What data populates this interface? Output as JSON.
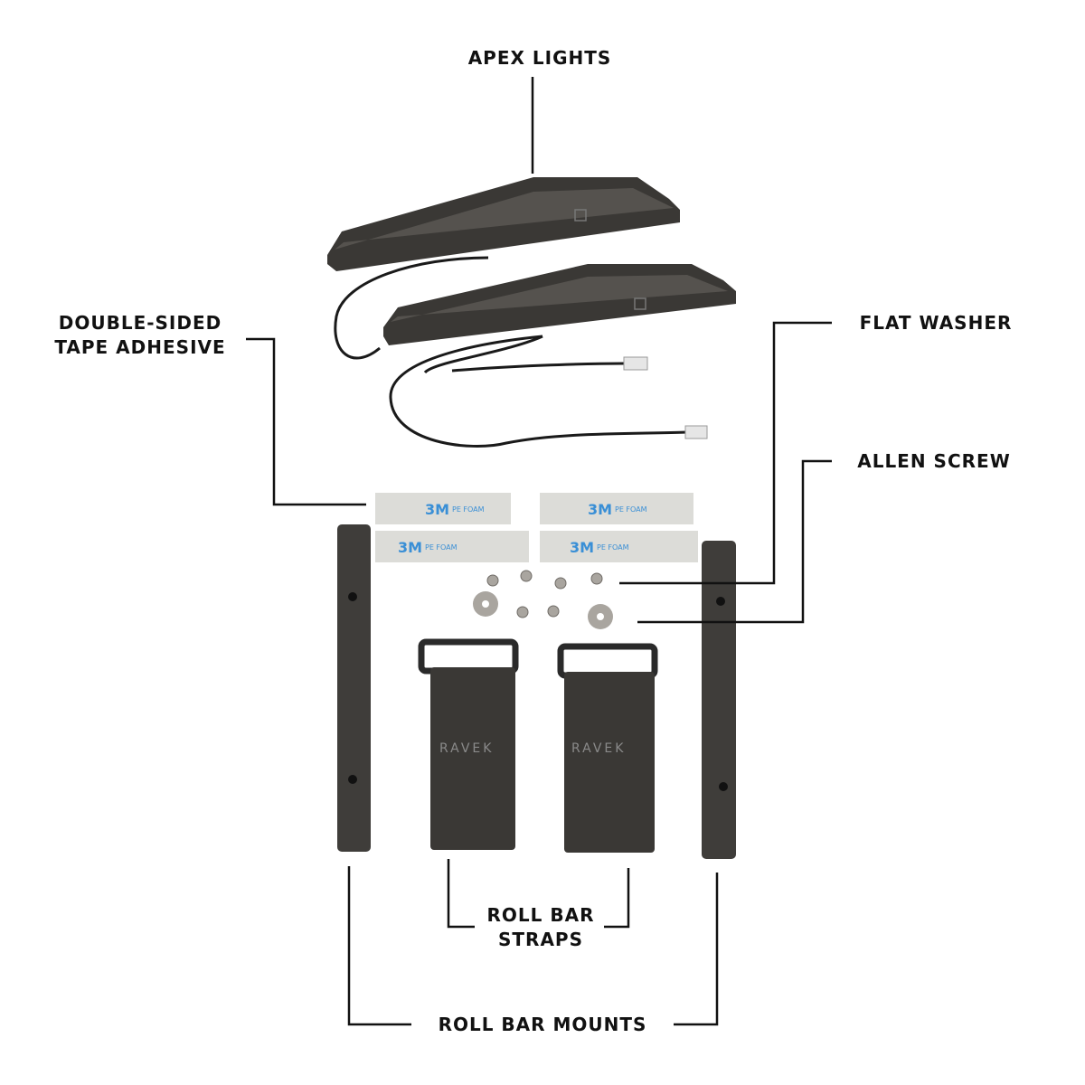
{
  "labels": {
    "apex_lights": "APEX LIGHTS",
    "tape_line1": "DOUBLE-SIDED",
    "tape_line2": "TAPE ADHESIVE",
    "flat_washer": "FLAT WASHER",
    "allen_screw": "ALLEN SCREW",
    "straps_line1": "ROLL BAR",
    "straps_line2": "STRAPS",
    "mounts": "ROLL BAR MOUNTS"
  },
  "product": {
    "tape_brand": "3M",
    "tape_text": "PE FOAM",
    "strap_brand": "RAVEK"
  },
  "colors": {
    "part_dark": "#3a3835",
    "tape": "#dcdcd8",
    "tape_print": "#3a8fd6",
    "metal": "#a9a59f"
  }
}
